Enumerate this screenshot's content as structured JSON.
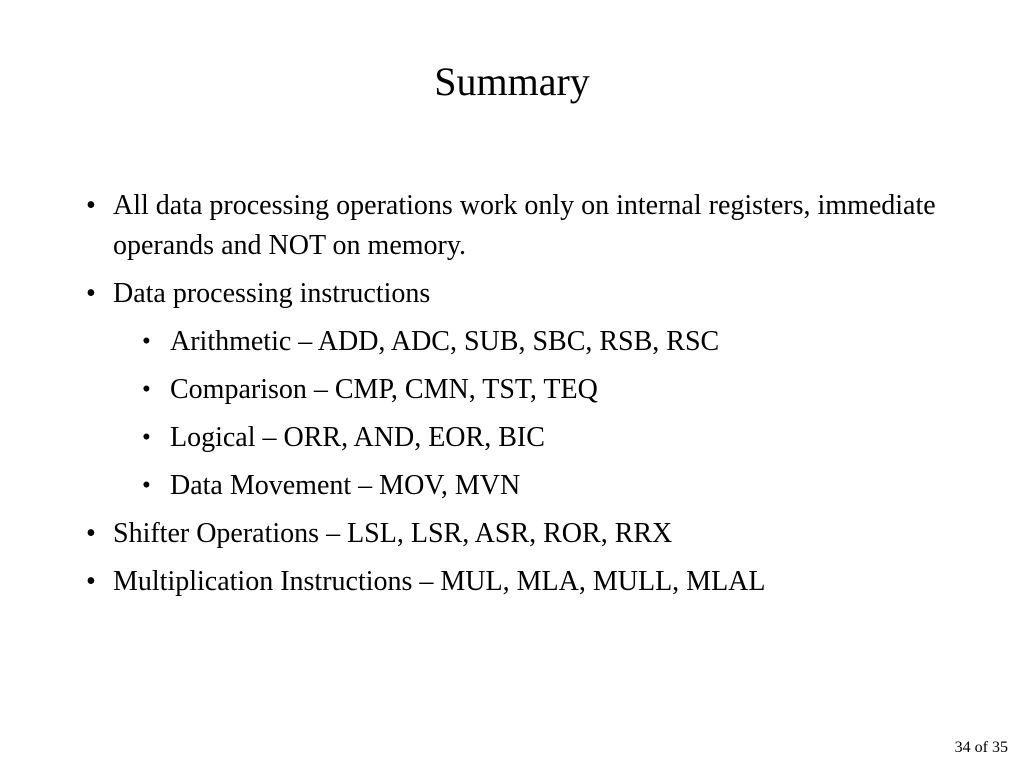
{
  "slide": {
    "title": "Summary",
    "bullet_glyph": "•",
    "bullets": [
      {
        "level": 1,
        "text": "All data processing operations work only on internal registers, immediate operands and NOT on memory."
      },
      {
        "level": 1,
        "text": "Data processing instructions"
      },
      {
        "level": 2,
        "text": "Arithmetic – ADD, ADC, SUB, SBC, RSB, RSC"
      },
      {
        "level": 2,
        "text": "Comparison – CMP, CMN, TST, TEQ"
      },
      {
        "level": 2,
        "text": "Logical – ORR, AND, EOR, BIC"
      },
      {
        "level": 2,
        "text": "Data Movement – MOV, MVN"
      },
      {
        "level": 1,
        "text": "Shifter Operations – LSL, LSR, ASR, ROR, RRX"
      },
      {
        "level": 1,
        "text": "Multiplication Instructions – MUL, MLA, MULL, MLAL"
      }
    ],
    "page_indicator": "34 of 35",
    "colors": {
      "background": "#ffffff",
      "text": "#000000"
    }
  }
}
